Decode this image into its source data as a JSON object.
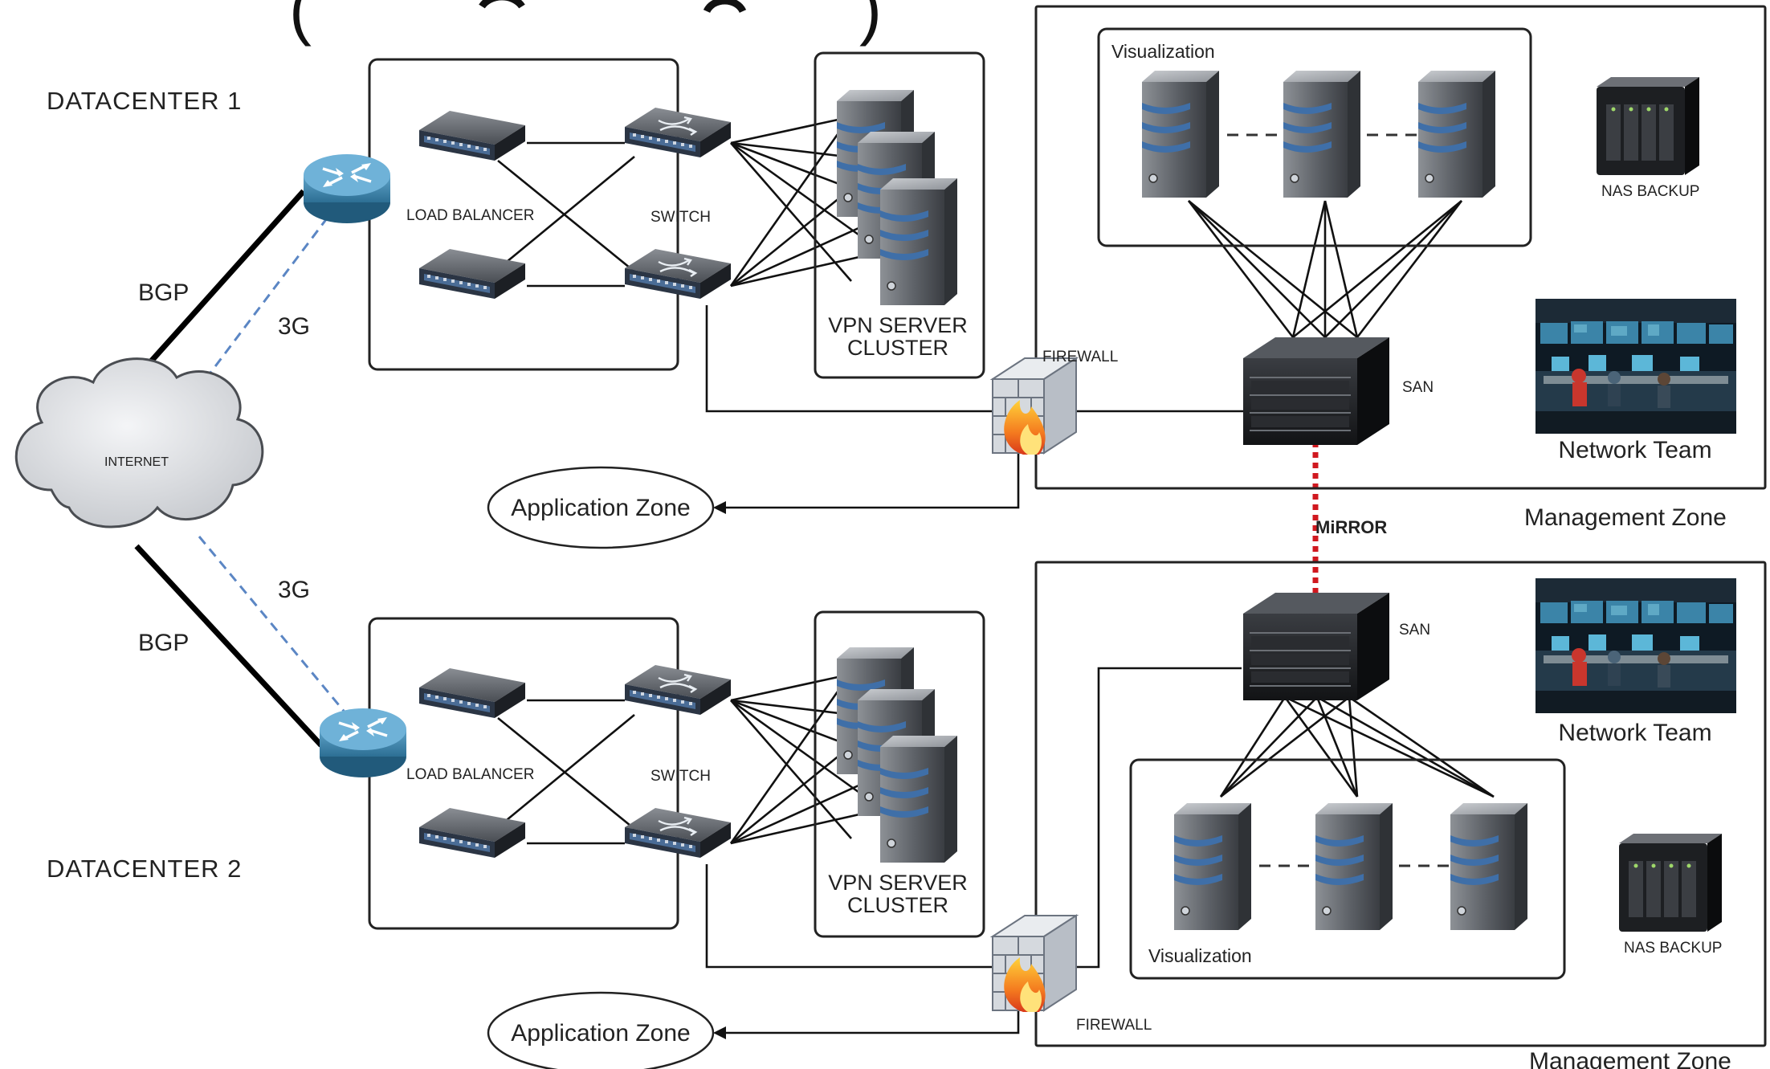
{
  "title_fragment": "(",
  "title_fragment_b": ")",
  "datacenter1": {
    "label": "DATACENTER 1",
    "load_balancer": "LOAD BALANCER",
    "switch": "SWITCH",
    "vpn_line1": "VPN SERVER",
    "vpn_line2": "CLUSTER",
    "firewall": "FIREWALL",
    "app_zone": "Application Zone"
  },
  "datacenter2": {
    "label": "DATACENTER 2",
    "load_balancer": "LOAD BALANCER",
    "switch": "SWITCH",
    "vpn_line1": "VPN SERVER",
    "vpn_line2": "CLUSTER",
    "firewall": "FIREWALL",
    "app_zone": "Application Zone"
  },
  "links": {
    "bgp_top": "BGP",
    "g3_top": "3G",
    "bgp_bottom": "BGP",
    "g3_bottom": "3G"
  },
  "internet": "INTERNET",
  "mgmt1": {
    "visualization": "Visualization",
    "nas": "NAS BACKUP",
    "san": "SAN",
    "network_team": "Network Team",
    "zone": "Management Zone"
  },
  "mgmt2": {
    "visualization": "Visualization",
    "nas": "NAS BACKUP",
    "san": "SAN",
    "network_team": "Network Team",
    "zone": "Management Zone"
  },
  "mirror": "MiRROR",
  "colors": {
    "router": "#3d87b0",
    "g3_link": "#5b86c4",
    "mirror": "#d0181f",
    "server": "#6b6e73",
    "server_stripe": "#3f6fa8",
    "firewall_brick": "#c9cdd3",
    "flame": "#f47a1f"
  }
}
